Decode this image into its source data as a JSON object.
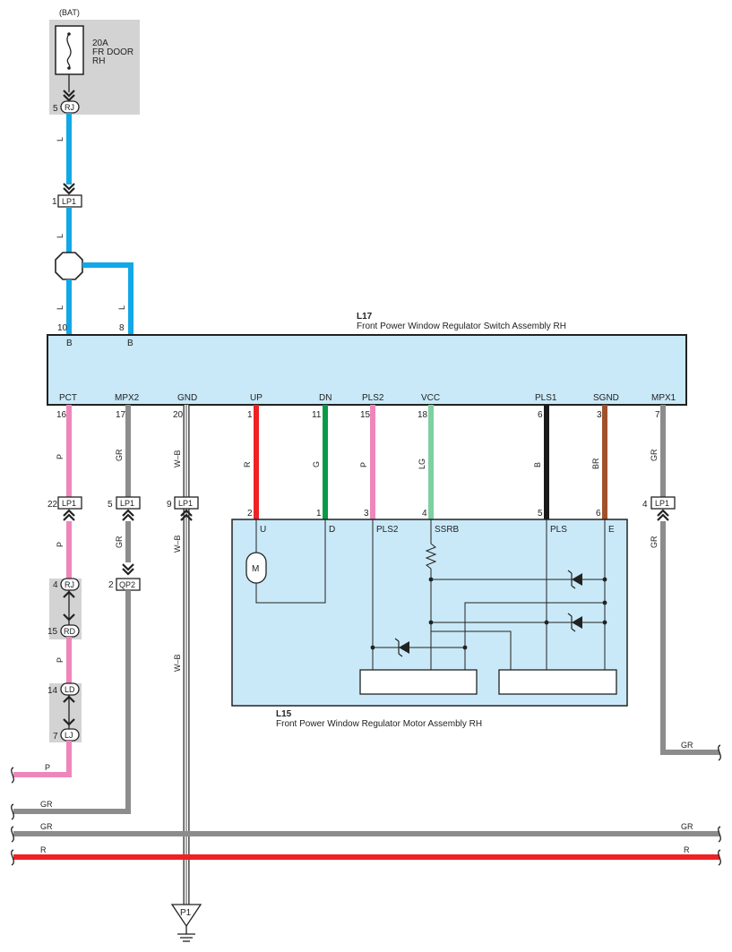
{
  "colors": {
    "L": "#12a8e6",
    "P": "#ee86bb",
    "GR": "#8c8c8c",
    "R": "#ee2225",
    "G": "#0b9a46",
    "LG": "#7fcfa0",
    "B": "#1a1a1a",
    "BR": "#a0522d",
    "W-B": "#ffffff",
    "box_fill": "#c9e9f8",
    "shade": "#d3d3d3"
  },
  "fuse": {
    "source": "(BAT)",
    "rating": "20A",
    "name1": "FR DOOR",
    "name2": "RH"
  },
  "connectors": {
    "rj_top": {
      "pin": "5",
      "name": "RJ"
    },
    "lp1_top": {
      "pin": "1",
      "name": "LP1"
    },
    "lp1_pct": {
      "pin": "22",
      "name": "LP1"
    },
    "lp1_mpx2": {
      "pin": "5",
      "name": "LP1"
    },
    "lp1_gnd": {
      "pin": "9",
      "name": "LP1"
    },
    "lp1_mpx1": {
      "pin": "4",
      "name": "LP1"
    },
    "qp2": {
      "pin": "2",
      "name": "QP2"
    },
    "rj_left": {
      "pin": "4",
      "name": "RJ"
    },
    "rd_left": {
      "pin": "15",
      "name": "RD"
    },
    "ld_left": {
      "pin": "14",
      "name": "LD"
    },
    "lj_left": {
      "pin": "7",
      "name": "LJ"
    }
  },
  "switch": {
    "code": "L17",
    "name": "Front Power Window Regulator Switch Assembly RH",
    "top_pins": [
      {
        "num": "10",
        "name": "B"
      },
      {
        "num": "8",
        "name": "B"
      }
    ],
    "bottom_pins": [
      {
        "num": "16",
        "name": "PCT"
      },
      {
        "num": "17",
        "name": "MPX2"
      },
      {
        "num": "20",
        "name": "GND"
      },
      {
        "num": "1",
        "name": "UP"
      },
      {
        "num": "11",
        "name": "DN"
      },
      {
        "num": "15",
        "name": "PLS2"
      },
      {
        "num": "18",
        "name": "VCC"
      },
      {
        "num": "6",
        "name": "PLS1"
      },
      {
        "num": "3",
        "name": "SGND"
      },
      {
        "num": "7",
        "name": "MPX1"
      }
    ]
  },
  "motor": {
    "code": "L15",
    "name": "Front Power Window Regulator Motor Assembly RH",
    "symbol": "M",
    "pins": [
      {
        "num": "2",
        "name": "U"
      },
      {
        "num": "1",
        "name": "D"
      },
      {
        "num": "3",
        "name": "PLS2"
      },
      {
        "num": "4",
        "name": "SSRB"
      },
      {
        "num": "5",
        "name": "PLS"
      },
      {
        "num": "6",
        "name": "E"
      }
    ]
  },
  "wire_labels": {
    "l1": "L",
    "l2": "L",
    "l3": "L",
    "l4": "L",
    "p1": "P",
    "p2": "P",
    "p3": "P",
    "p_out": "P",
    "gr1": "GR",
    "gr2": "GR",
    "gr3": "GR",
    "gr4": "GR",
    "gr_mpx2_out": "GR",
    "gr_bus_left": "GR",
    "gr_bus_right": "GR",
    "r_up": "R",
    "g_dn": "G",
    "p_pls2": "P",
    "lg_vcc": "LG",
    "b_pls1": "B",
    "br_sgnd": "BR",
    "r_bus_left": "R",
    "r_bus_right": "R",
    "wb1": "W–B",
    "wb2": "W–B",
    "wb3": "W–B"
  },
  "ground": {
    "name": "P1"
  }
}
